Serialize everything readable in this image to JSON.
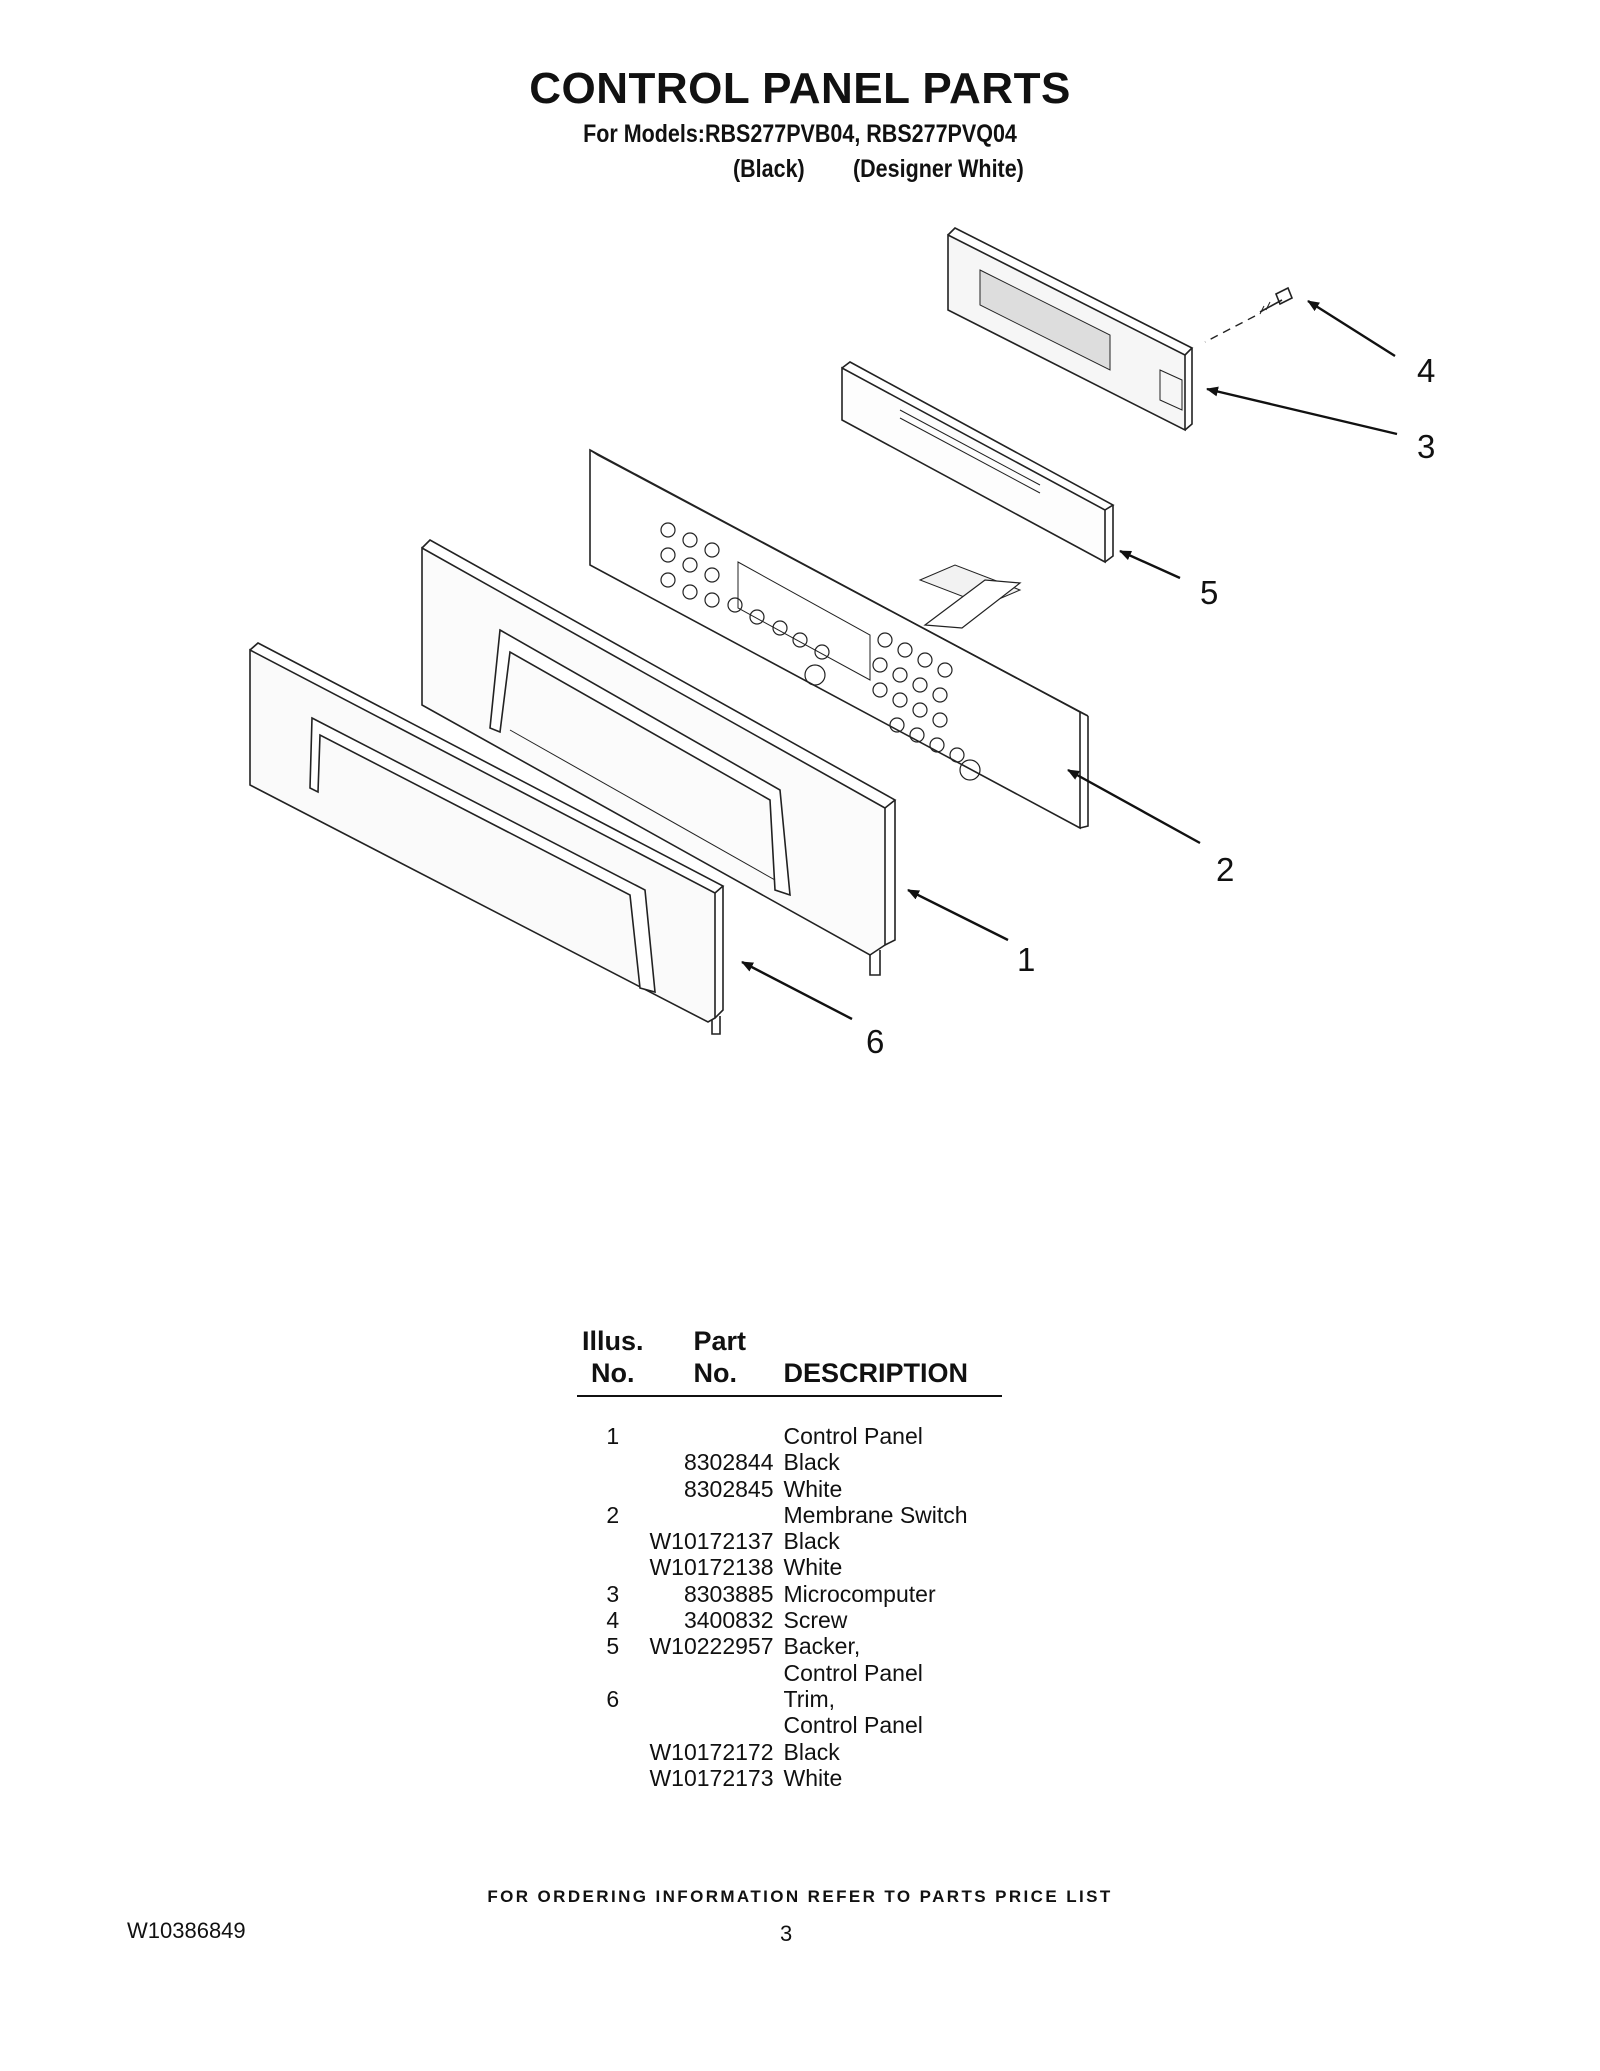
{
  "header": {
    "title": "CONTROL PANEL PARTS",
    "models": "For Models:RBS277PVB04, RBS277PVQ04",
    "variant_1": "(Black)",
    "variant_2": "(Designer White)"
  },
  "diagram": {
    "callouts": [
      "1",
      "2",
      "3",
      "4",
      "5",
      "6"
    ]
  },
  "table": {
    "headers": {
      "illus_line1": "Illus.",
      "illus_line2": "No.",
      "part_line1": "Part",
      "part_line2": "No.",
      "description": "DESCRIPTION"
    },
    "rows": [
      {
        "illus": "1",
        "part": "",
        "desc": "Control Panel"
      },
      {
        "illus": "",
        "part": "8302844",
        "desc": "Black"
      },
      {
        "illus": "",
        "part": "8302845",
        "desc": "White"
      },
      {
        "illus": "2",
        "part": "",
        "desc": "Membrane Switch"
      },
      {
        "illus": "",
        "part": "W10172137",
        "desc": "Black"
      },
      {
        "illus": "",
        "part": "W10172138",
        "desc": "White"
      },
      {
        "illus": "3",
        "part": "8303885",
        "desc": "Microcomputer"
      },
      {
        "illus": "4",
        "part": "3400832",
        "desc": "Screw"
      },
      {
        "illus": "5",
        "part": "W10222957",
        "desc": "Backer,"
      },
      {
        "illus": "",
        "part": "",
        "desc": "Control Panel"
      },
      {
        "illus": "6",
        "part": "",
        "desc": "Trim,"
      },
      {
        "illus": "",
        "part": "",
        "desc": "Control Panel"
      },
      {
        "illus": "",
        "part": "W10172172",
        "desc": "Black"
      },
      {
        "illus": "",
        "part": "W10172173",
        "desc": "White"
      }
    ]
  },
  "footer": {
    "ordering_note": "FOR ORDERING INFORMATION REFER TO PARTS PRICE LIST",
    "document_number": "W10386849",
    "page_number": "3"
  }
}
